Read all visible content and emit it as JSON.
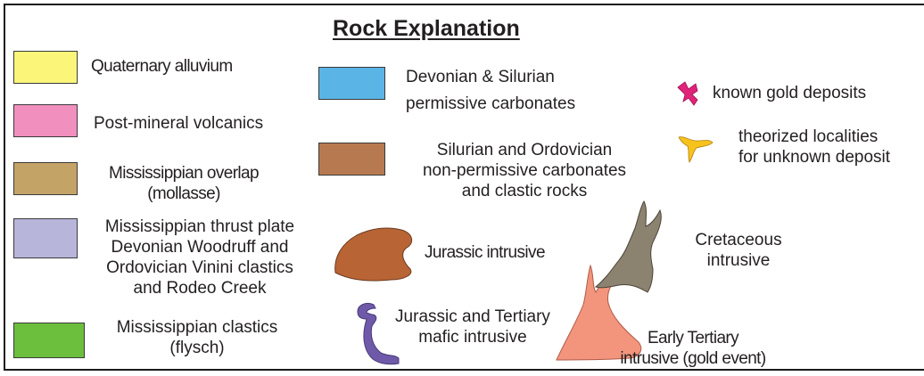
{
  "title": "Rock Explanation",
  "legend": {
    "quaternary": {
      "label": "Quaternary alluvium",
      "color": "#fbf67a"
    },
    "postmineral": {
      "label": "Post-mineral volcanics",
      "color": "#f18fbf"
    },
    "mississippian_overlap": {
      "line1": "Mississippian overlap",
      "line2": "(mollasse)",
      "color": "#c4a366"
    },
    "thrust_plate": {
      "line1": "Mississippian thrust plate",
      "line2": "Devonian Woodruff and",
      "line3": "Ordovician Vinini clastics",
      "line4": "and Rodeo Creek",
      "color": "#b8b5da"
    },
    "mississippian_clastics": {
      "line1": "Mississippian clastics",
      "line2": "(flysch)",
      "color": "#6cbf3c"
    },
    "devonian_silurian": {
      "line1": "Devonian & Silurian",
      "line2": "permissive carbonates",
      "color": "#5ab5e6"
    },
    "silurian_ordovician": {
      "line1": "Silurian and Ordovician",
      "line2": "non-permissive carbonates",
      "line3": "and clastic rocks",
      "color": "#b77a50"
    },
    "jurassic_intrusive": {
      "label": "Jurassic intrusive",
      "color": "#b86435"
    },
    "jurassic_tertiary_mafic": {
      "line1": "Jurassic and Tertiary",
      "line2": "mafic intrusive",
      "color": "#6e5aa8"
    },
    "known_gold": {
      "label": "known gold deposits",
      "color": "#e0237a"
    },
    "theorized": {
      "line1": "theorized localities",
      "line2": "for unknown deposit",
      "color": "#f6c21c"
    },
    "cretaceous": {
      "line1": "Cretaceous",
      "line2": "intrusive",
      "color": "#8c8270"
    },
    "early_tertiary": {
      "line1": "Early Tertiary",
      "line2": "intrusive (gold event)",
      "color": "#f2957c"
    }
  }
}
